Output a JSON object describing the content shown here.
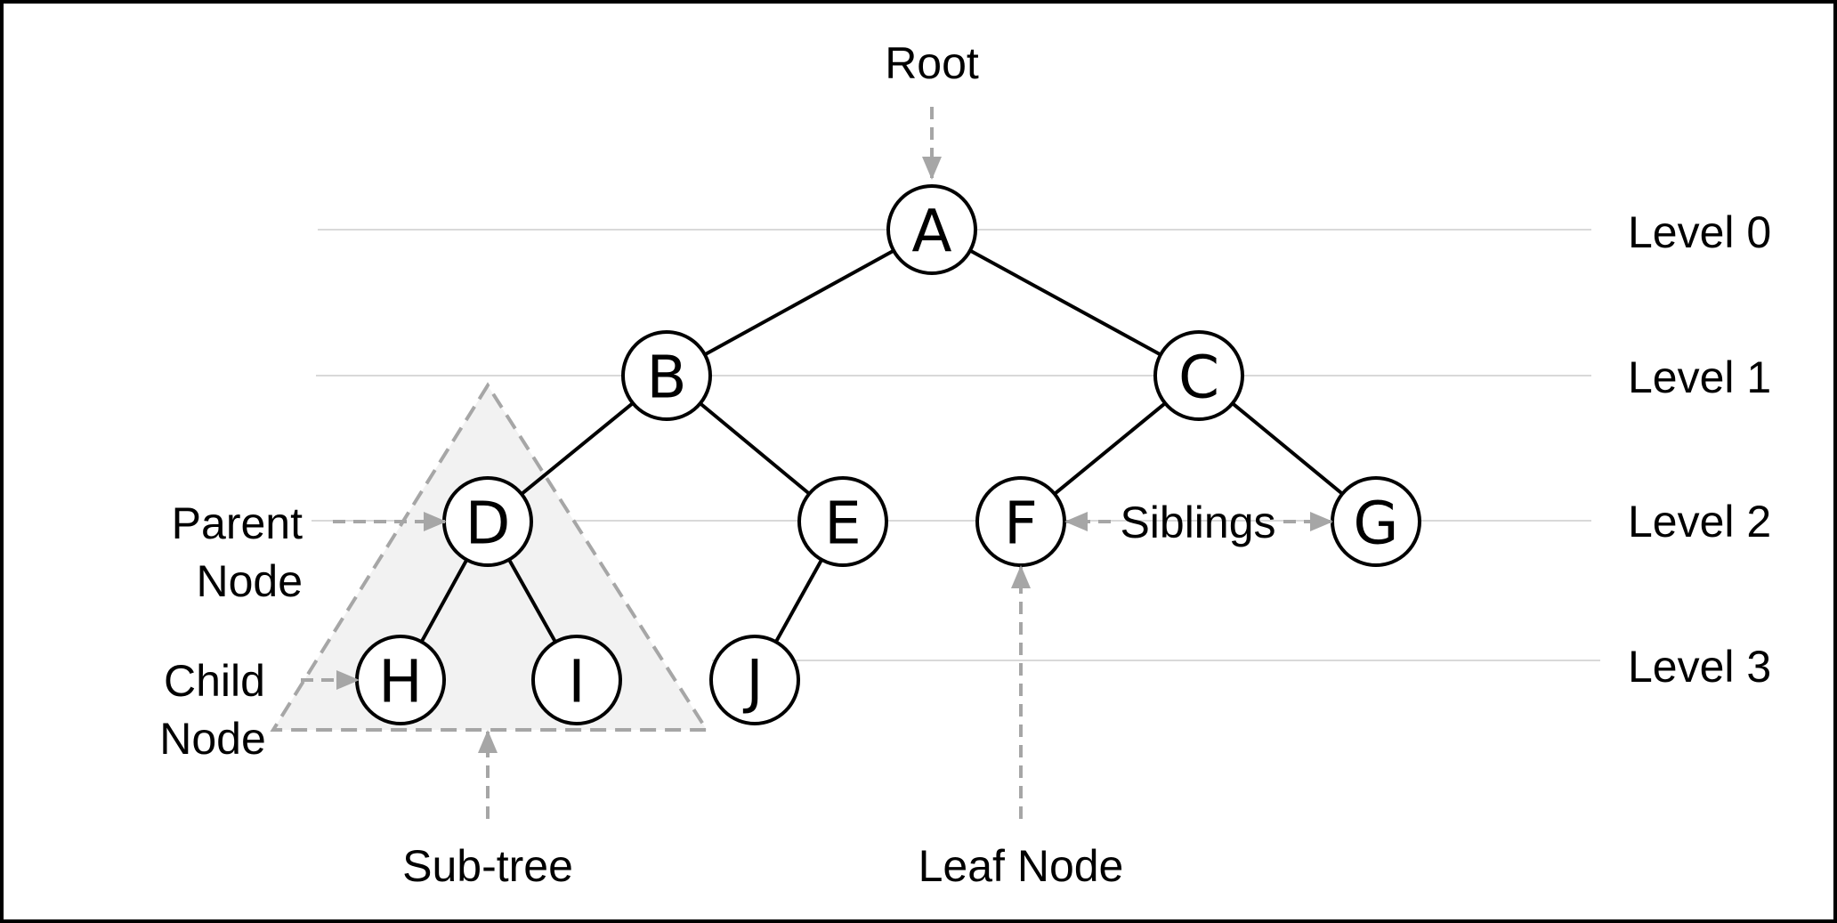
{
  "diagram": {
    "nodes": [
      {
        "id": "A",
        "label": "A"
      },
      {
        "id": "B",
        "label": "B"
      },
      {
        "id": "C",
        "label": "C"
      },
      {
        "id": "D",
        "label": "D"
      },
      {
        "id": "E",
        "label": "E"
      },
      {
        "id": "F",
        "label": "F"
      },
      {
        "id": "G",
        "label": "G"
      },
      {
        "id": "H",
        "label": "H"
      },
      {
        "id": "I",
        "label": "I"
      },
      {
        "id": "J",
        "label": "J"
      }
    ],
    "edges": [
      [
        "A",
        "B"
      ],
      [
        "A",
        "C"
      ],
      [
        "B",
        "D"
      ],
      [
        "B",
        "E"
      ],
      [
        "C",
        "F"
      ],
      [
        "C",
        "G"
      ],
      [
        "D",
        "H"
      ],
      [
        "D",
        "I"
      ],
      [
        "E",
        "J"
      ]
    ],
    "levels": [
      "Level 0",
      "Level 1",
      "Level 2",
      "Level 3"
    ],
    "annotations": {
      "root": "Root",
      "parent_line1": "Parent",
      "parent_line2": "Node",
      "child_line1": "Child",
      "child_line2": "Node",
      "siblings": "Siblings",
      "subtree": "Sub-tree",
      "leaf": "Leaf Node"
    },
    "colors": {
      "node_stroke": "#000000",
      "arrow": "#a6a6a6",
      "subtree_fill": "#f2f2f2",
      "level_line": "#d9d9d9",
      "frame": "#000000"
    }
  }
}
